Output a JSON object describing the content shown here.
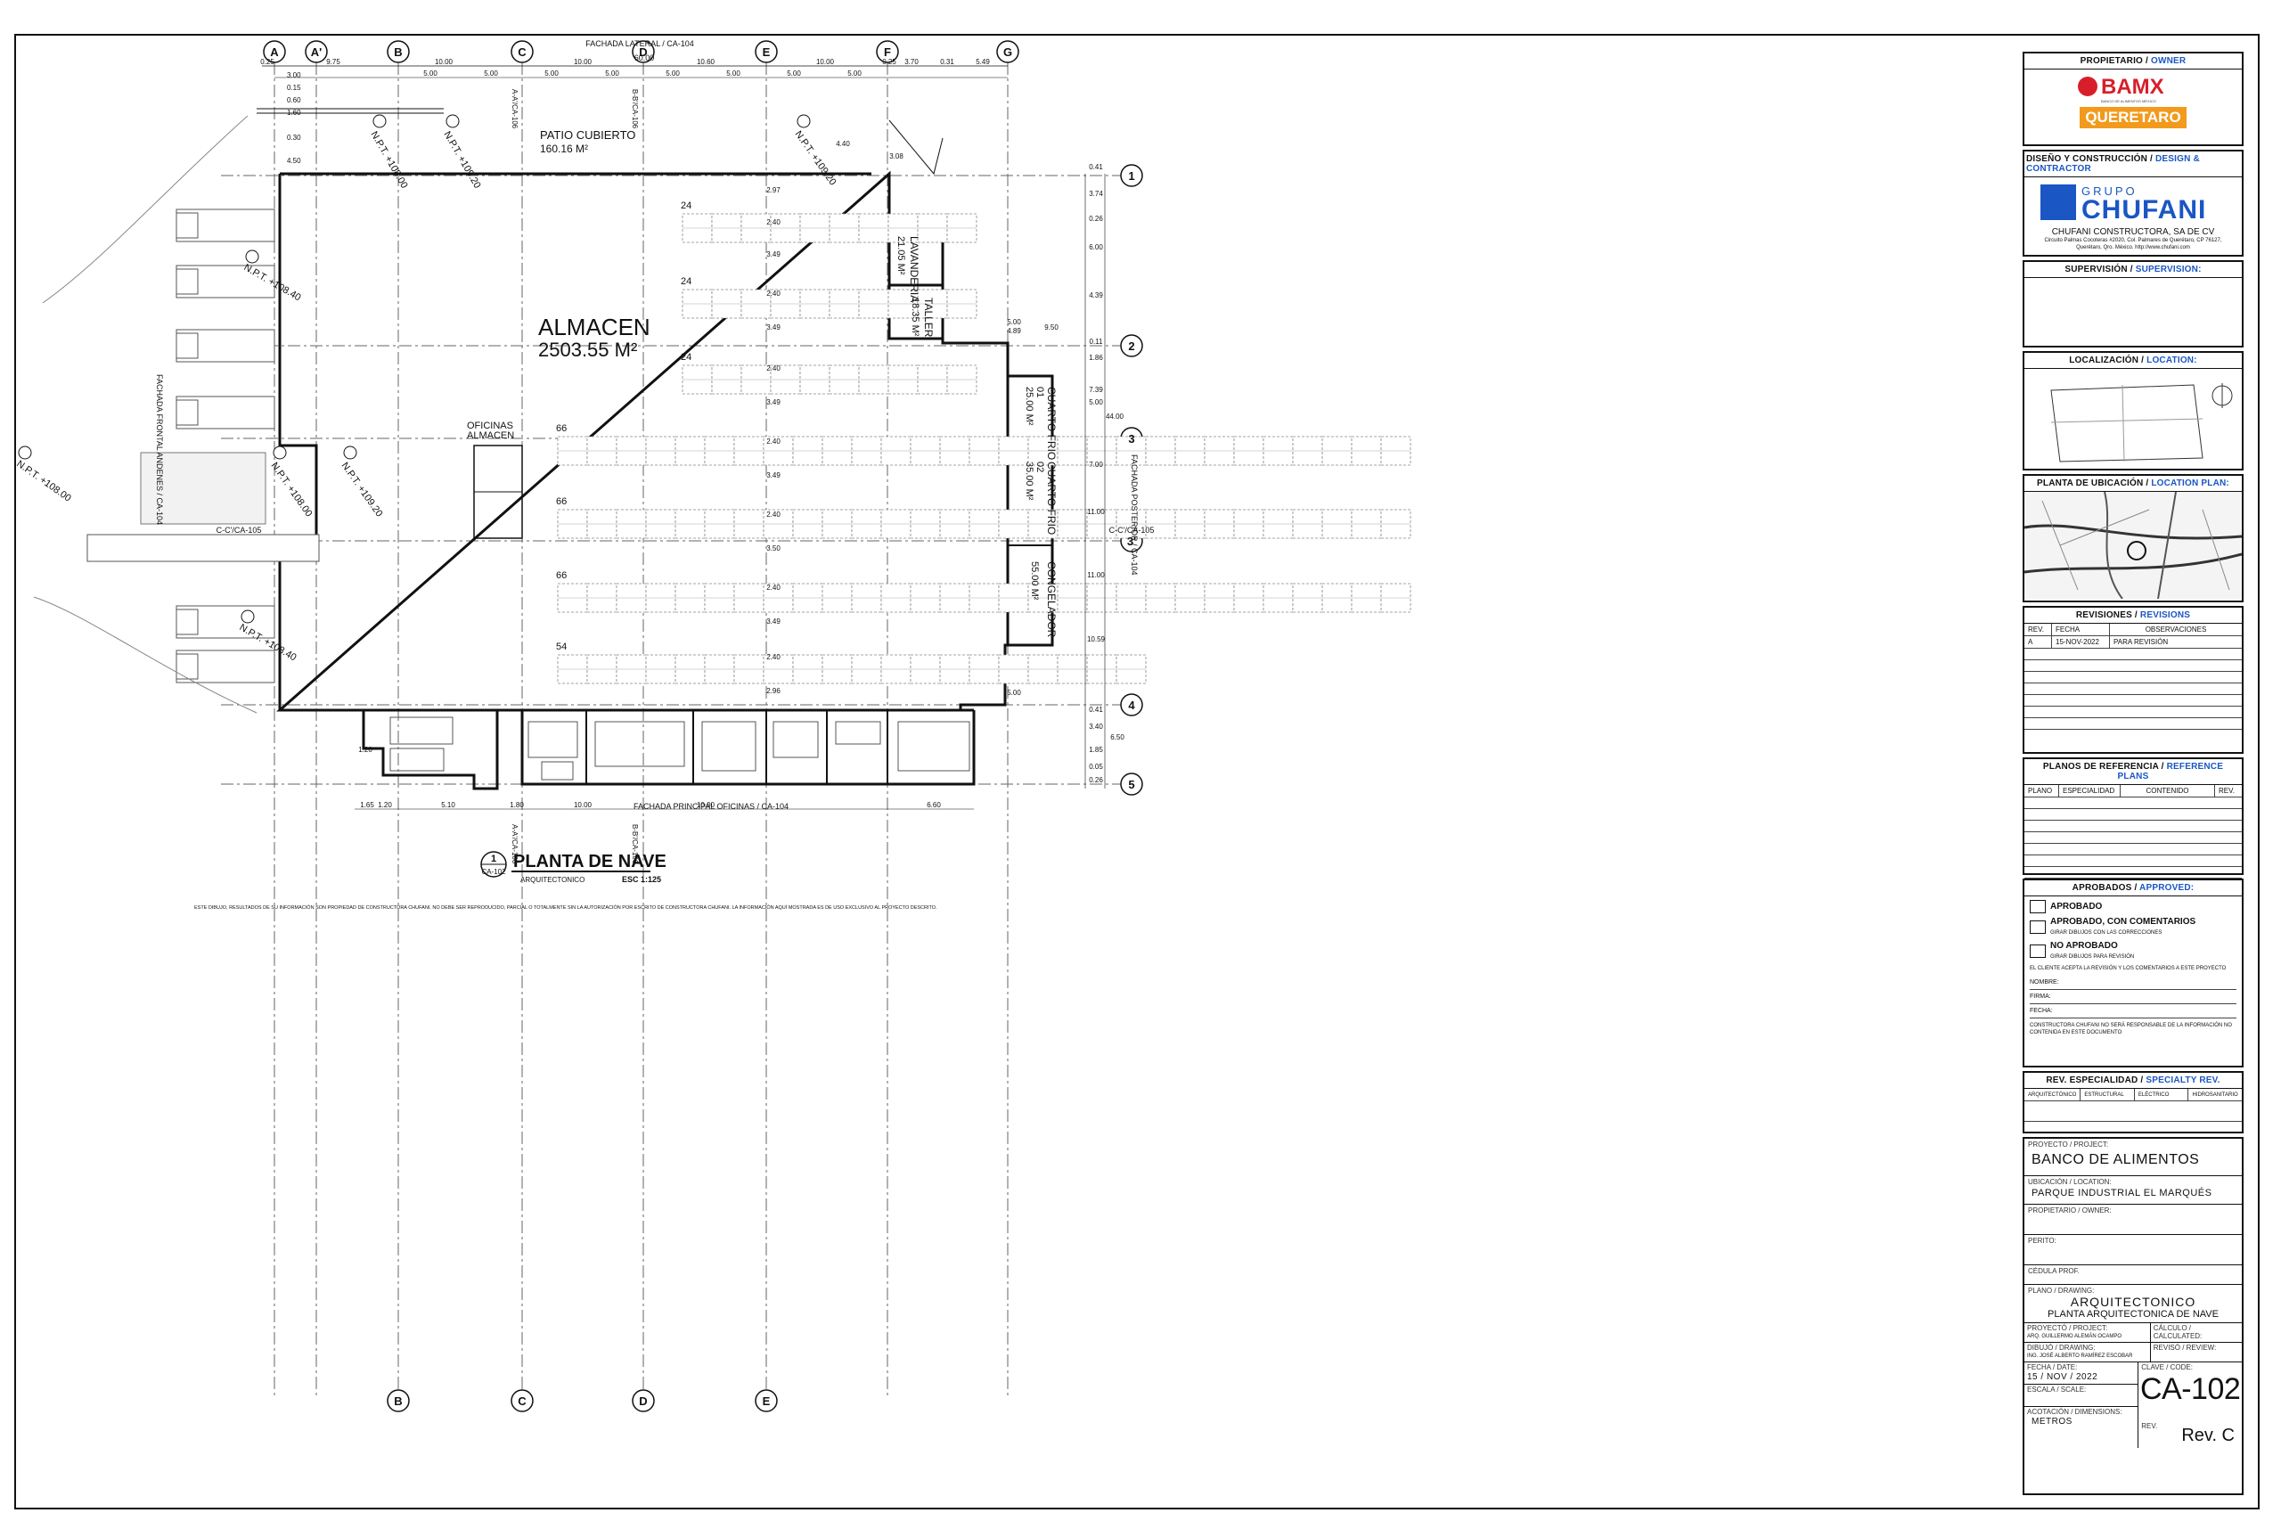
{
  "plan": {
    "grid_columns": [
      "A",
      "A'",
      "B",
      "C",
      "D",
      "E",
      "F",
      "G"
    ],
    "grid_rows": [
      "1",
      "2",
      "3",
      "3'",
      "4",
      "5"
    ],
    "facade_lateral": "FACHADA LATERAL / CA-104",
    "facade_principal": "FACHADA PRINCIPAL OFICINAS / CA-104",
    "facade_frontal": "FACHADA FRONTAL ANDENES / CA-104",
    "facade_posterior": "FACHADA POSTERIOR / CA-104",
    "section_left": "C-C'/CA-105",
    "section_right": "C-C'/CA-105",
    "section_a": "A-A'/CA-106",
    "section_b": "B-B'/CA-106",
    "rooms": {
      "almacen_name": "ALMACEN",
      "almacen_area": "2503.55 M²",
      "patio_name": "PATIO CUBIERTO",
      "patio_area": "160.16 M²",
      "oficinas_1": "OFICINAS",
      "oficinas_2": "ALMACEN",
      "lavanderia_name": "LAVANDERIA",
      "lavanderia_area": "21.05 M²",
      "taller_name": "TALLER",
      "taller_area": "18.35 M²",
      "cuarto1_name": "CUARTO FRIO",
      "cuarto1_num": "01",
      "cuarto1_area": "25.00 M²",
      "cuarto2_name": "CUARTO FRIO",
      "cuarto2_num": "02",
      "cuarto2_area": "35.00 M²",
      "congelador_name": "CONGELADOR",
      "congelador_area": "55.00 M²"
    },
    "rack_counts": [
      "24",
      "24",
      "24",
      "66",
      "66",
      "66",
      "54"
    ],
    "levels": {
      "npt_1": "N.P.T. +108.00",
      "npt_2": "N.P.T. +109.20",
      "npt_3": "N.P.T. +109.20",
      "npt_4": "N.P.T. +108.40",
      "npt_5": "N.P.T. +108.00",
      "npt_6": "N.P.T. +109.20",
      "npt_7": "N.P.T. +108.00",
      "npt_8": "N.P.T. +108.40"
    },
    "dims_top": [
      "0.25",
      "9.75",
      "10.00",
      "10.00",
      "10.60",
      "10.00",
      "0.25",
      "3.70",
      "0.31",
      "5.49"
    ],
    "dim_overall_top": "60.00",
    "dims_top_sub": [
      "5.00",
      "5.00",
      "5.00",
      "5.00",
      "5.00",
      "5.00",
      "5.00",
      "5.00"
    ],
    "dims_left": [
      "3.00",
      "0.15",
      "0.60",
      "1.60",
      "4.50",
      "0.30"
    ],
    "dims_right": [
      "0.41",
      "3.74",
      "0.26",
      "6.00",
      "4.39",
      "0.11",
      "1.86",
      "7.39",
      "5.00",
      "7.00",
      "11.00",
      "11.00",
      "10.59",
      "0.41",
      "3.40",
      "1.85",
      "0.05",
      "0.26"
    ],
    "dim_overall_right": "44.00",
    "dim_right_extra": "6.50",
    "dims_bottom": [
      "1.65",
      "1.20",
      "5.10",
      "1.80",
      "10.00",
      "10.00",
      "6.60"
    ],
    "dims_aisle": [
      "2.97",
      "2.40",
      "3.49",
      "2.40",
      "3.49",
      "2.40",
      "3.49",
      "2.40",
      "3.49",
      "2.40",
      "3.50",
      "2.40",
      "3.49",
      "2.40",
      "2.96"
    ],
    "misc_dims": [
      "4.40",
      "3.08",
      "5.00",
      "4.89",
      "9.50",
      "5.00",
      "1.20"
    ],
    "title_num": "1",
    "title_ref": "CA-102",
    "title": "PLANTA DE NAVE",
    "title_sub": "ARQUITECTONICO",
    "title_scale": "ESC 1:125",
    "footer_note": "ESTE DIBUJO, RESULTADOS DE SU INFORMACIÓN SON PROPIEDAD DE CONSTRUCTORA CHUFANI. NO DEBE SER REPRODUCIDO, PARCIAL O TOTALMENTE SIN LA AUTORIZACIÓN POR ESCRITO DE CONSTRUCTORA CHUFANI. LA INFORMACIÓN AQUÍ MOSTRADA ES DE USO EXCLUSIVO AL PROYECTO DESCRITO."
  },
  "title_block": {
    "owner_label": "PROPIETARIO / ",
    "owner_label_en": "OWNER",
    "owner_logo": "BAMX",
    "owner_logo_sub": "QUERETARO",
    "owner_logo_tag": "BANCO DE ALIMENTOS MÉXICO",
    "design_label": "DISEÑO Y CONSTRUCCIÓN / ",
    "design_label_en": "DESIGN & CONTRACTOR",
    "contractor_logo_top": "GRUPO",
    "contractor_logo": "CHUFANI",
    "contractor_name": "CHUFANI CONSTRUCTORA, SA DE CV",
    "contractor_addr": "Circuito Palmas Cocoteras #2020, Col. Palmares de Querétaro, CP 76127, Querétaro, Qro. México. http://www.chufani.com",
    "supervision_label": "SUPERVISIÓN / ",
    "supervision_label_en": "SUPERVISION:",
    "location_label": "LOCALIZACIÓN / ",
    "location_label_en": "LOCATION:",
    "location_plan_label": "PLANTA DE UBICACIÓN / ",
    "location_plan_label_en": "LOCATION PLAN:",
    "revisions_label": "REVISIONES / ",
    "revisions_label_en": "REVISIONS",
    "rev_headers": [
      "REV.",
      "FECHA",
      "OBSERVACIONES"
    ],
    "rev_row": [
      "A",
      "15-NOV-2022",
      "PARA REVISIÓN"
    ],
    "ref_label": "PLANOS DE REFERENCIA / ",
    "ref_label_en": "REFERENCE PLANS",
    "ref_headers": [
      "PLANO",
      "ESPECIALIDAD",
      "CONTENIDO",
      "REV."
    ],
    "approved_label": "APROBADOS / ",
    "approved_label_en": "APPROVED:",
    "approved_1": "APROBADO",
    "approved_2": "APROBADO, CON COMENTARIOS",
    "approved_2_sub": "GIRAR DIBUJOS CON LAS CORRECCIONES",
    "approved_3": "NO APROBADO",
    "approved_3_sub": "GIRAR DIBUJOS PARA REVISIÓN",
    "approved_note": "EL CLIENTE ACEPTA LA REVISIÓN Y LOS COMENTARIOS A ESTE PROYECTO",
    "approved_fields": [
      "NOMBRE:",
      "FIRMA:",
      "FECHA:"
    ],
    "approved_note2": "CONSTRUCTORA CHUFANI NO SERÁ RESPONSABLE DE LA INFORMACIÓN NO CONTENIDA EN ESTE DOCUMENTO",
    "specialty_label": "REV. ESPECIALIDAD / ",
    "specialty_label_en": "SPECIALTY REV.",
    "specialty_headers": [
      "ARQUITECTÓNICO",
      "ESTRUCTURAL",
      "ELÉCTRICO",
      "HIDROSANITARIO"
    ],
    "project_label": "PROYECTO / PROJECT:",
    "project": "BANCO DE ALIMENTOS",
    "location_field_label": "UBICACIÓN / LOCATION:",
    "location_value": "PARQUE INDUSTRIAL EL MARQUÉS",
    "owner_field_label": "PROPIETARIO / OWNER:",
    "permit_label": "PERITO:",
    "cedula_label": "CÉDULA PROF.",
    "plan_label": "PLANO / DRAWING:",
    "plan_type": "ARQUITECTONICO",
    "plan_name": "PLANTA ARQUITECTONICA DE NAVE",
    "project_by_label": "PROYECTÓ / PROJECT:",
    "project_by": "ARQ. GUILLERMO ALEMÁN OCAMPO",
    "calc_label": "CÁLCULO / CALCULATED:",
    "draw_label": "DIBUJÓ / DRAWING:",
    "draw_by": "ING. JOSÉ ALBERTO RAMÍREZ ESCOBAR",
    "review_label": "REVISÓ / REVIEW:",
    "date_label": "FECHA / DATE:",
    "date": "15 / NOV / 2022",
    "key_label": "CLAVE / CODE:",
    "scale_label": "ESCALA / SCALE:",
    "units_label": "ACOTACIÓN / DIMENSIONS:",
    "units": "METROS",
    "rev_label": "REV.",
    "code": "CA-102",
    "rev": "Rev. C"
  },
  "colors": {
    "accent_blue": "#1a56c4",
    "bamx_red": "#d71f2b",
    "bamx_orange": "#f29a1d",
    "chufani_blue": "#1a56c4",
    "line": "#111111",
    "grid": "#666666"
  }
}
